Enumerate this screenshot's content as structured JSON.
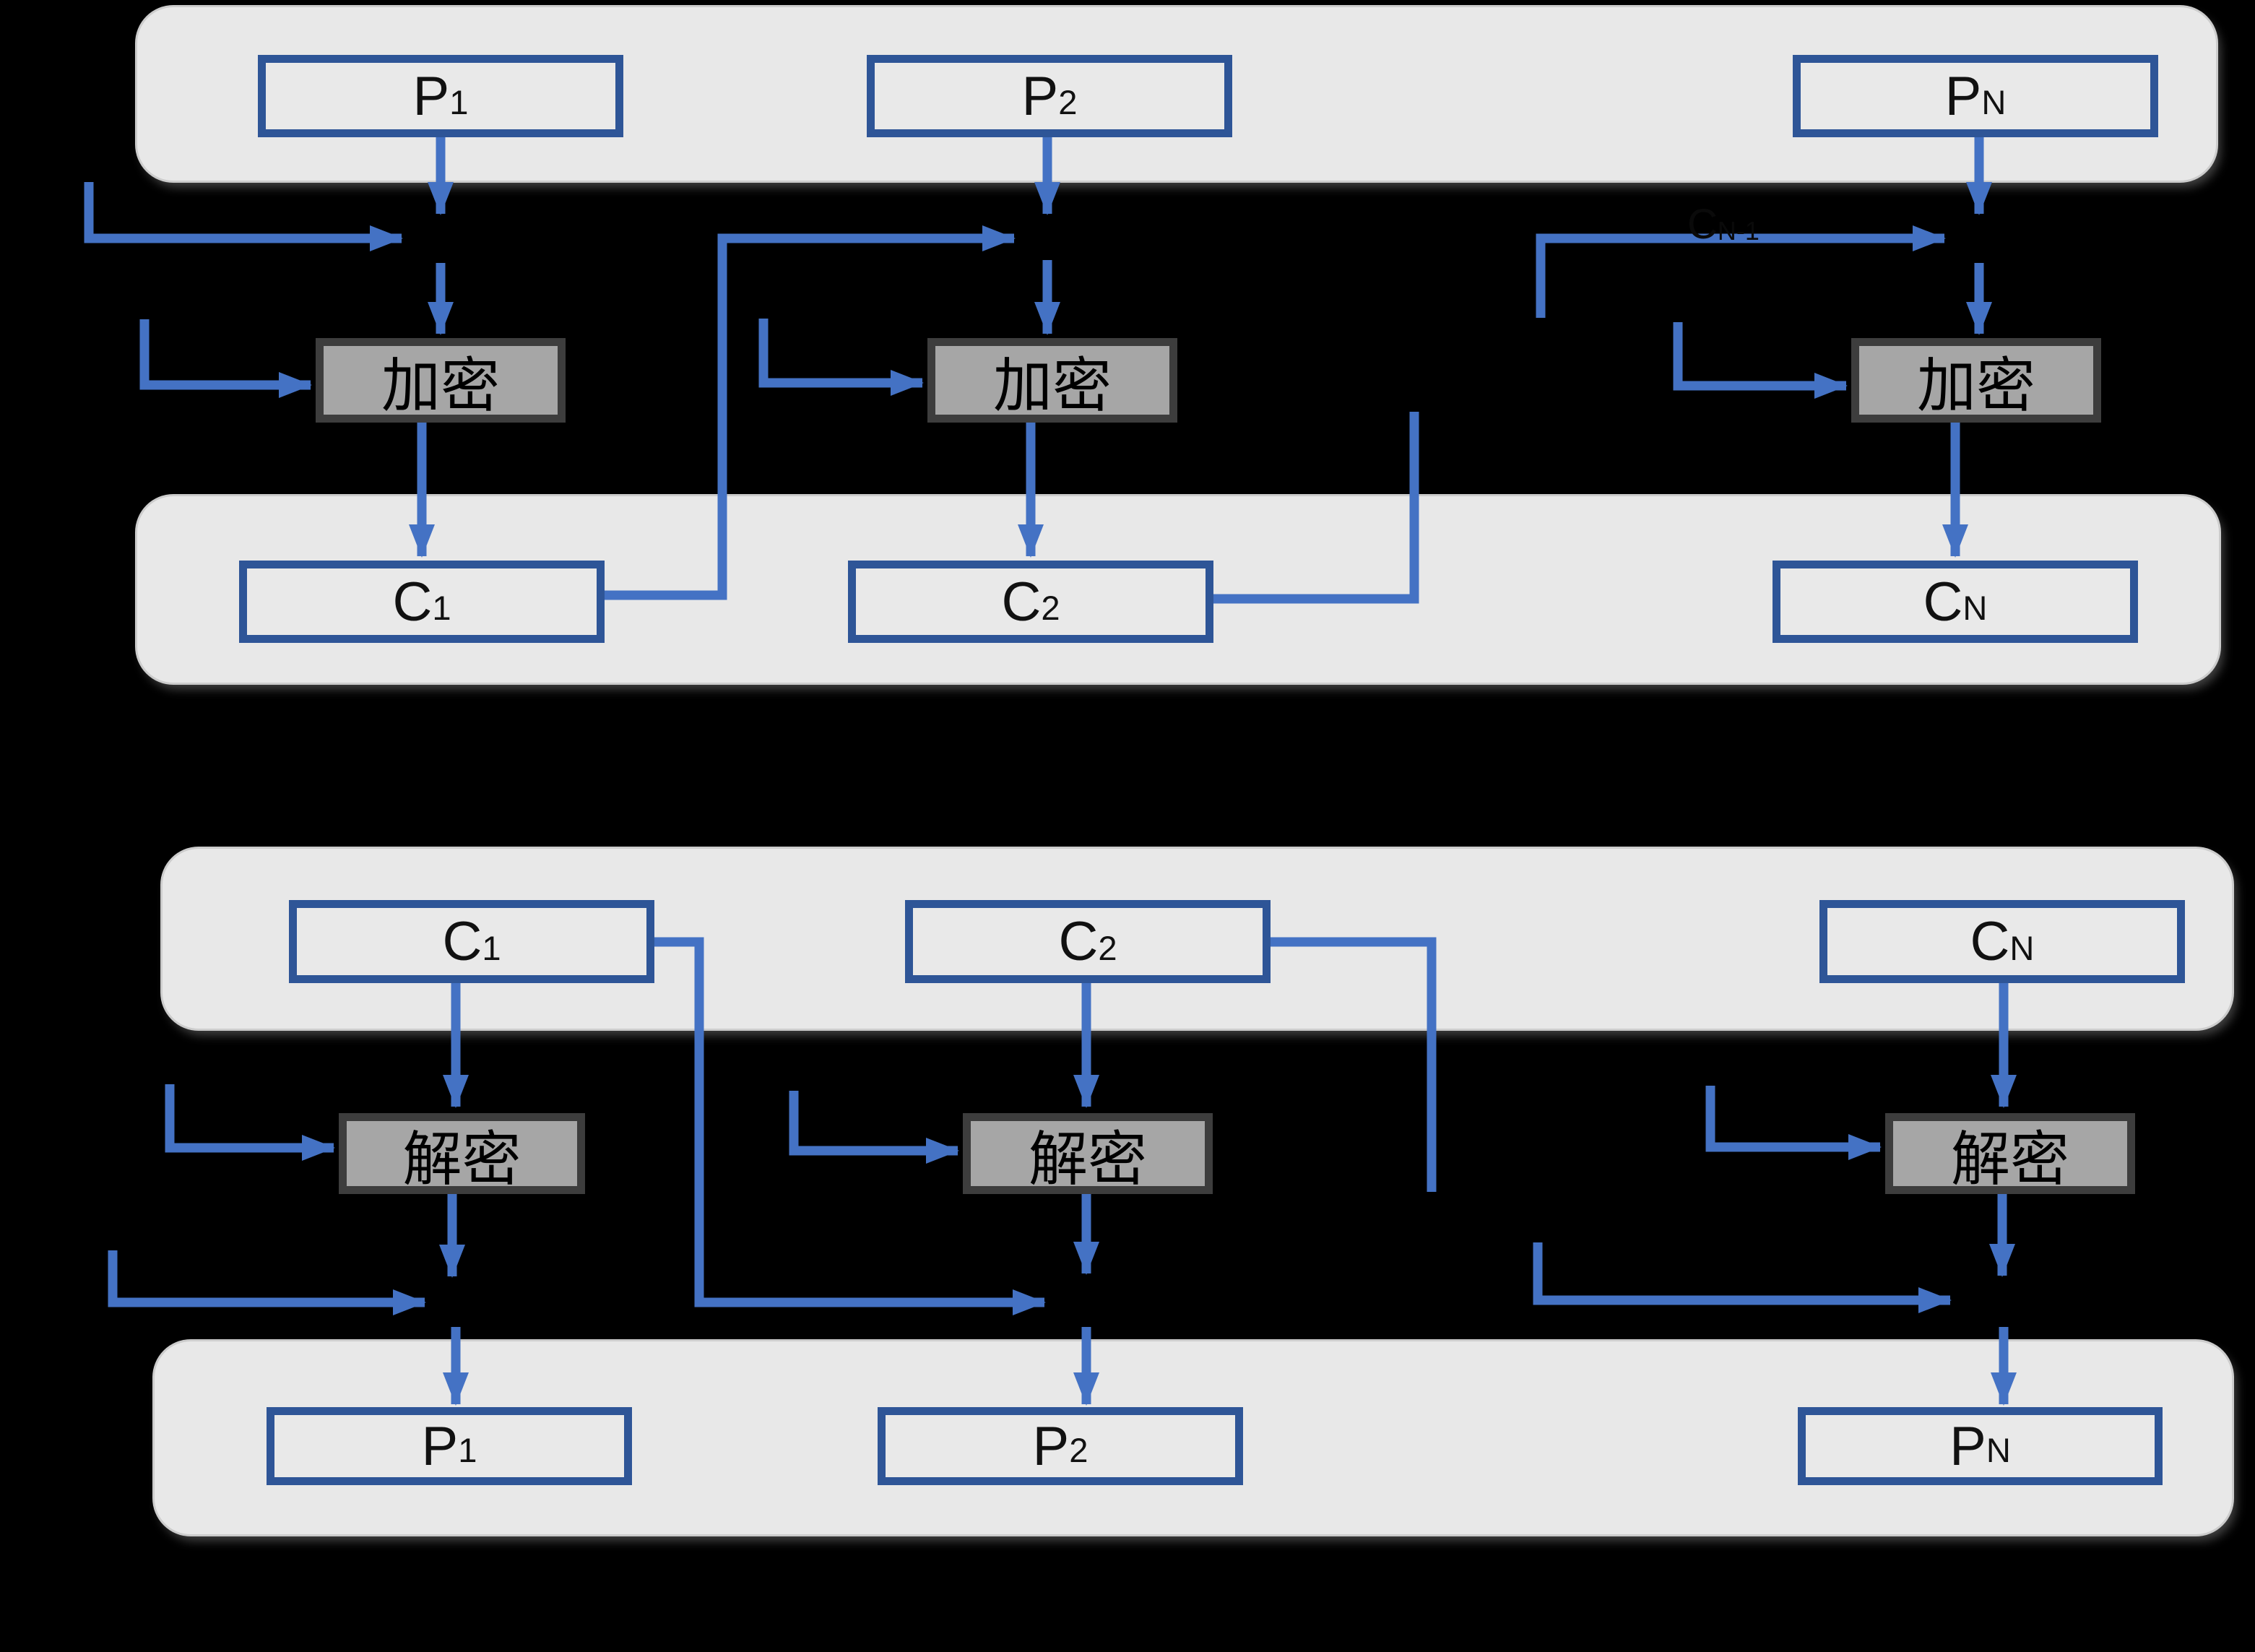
{
  "diagram_subject": "CBC block cipher mode of operation",
  "colors": {
    "background": "#000000",
    "band_fill": "#e8e8e8",
    "band_edge": "#cccccc",
    "block_fill": "#e9e9e9",
    "block_border": "#2e5597",
    "process_fill": "#a6a6a6",
    "process_border": "#3d3d3d",
    "arrow": "#4472c4",
    "hidden_label": "#0a0a0a"
  },
  "encryption": {
    "plaintext_blocks": [
      {
        "base": "P",
        "sub": "1"
      },
      {
        "base": "P",
        "sub": "2"
      },
      {
        "base": "P",
        "sub": "N"
      }
    ],
    "process_boxes": [
      {
        "label": "加密"
      },
      {
        "label": "加密"
      },
      {
        "label": "加密"
      }
    ],
    "ciphertext_blocks": [
      {
        "base": "C",
        "sub": "1"
      },
      {
        "base": "C",
        "sub": "2"
      },
      {
        "base": "C",
        "sub": "N"
      }
    ],
    "chain_label": {
      "base": "C",
      "sub": "N-1"
    }
  },
  "decryption": {
    "ciphertext_blocks": [
      {
        "base": "C",
        "sub": "1"
      },
      {
        "base": "C",
        "sub": "2"
      },
      {
        "base": "C",
        "sub": "N"
      }
    ],
    "process_boxes": [
      {
        "label": "解密"
      },
      {
        "label": "解密"
      },
      {
        "label": "解密"
      }
    ],
    "plaintext_blocks": [
      {
        "base": "P",
        "sub": "1"
      },
      {
        "base": "P",
        "sub": "2"
      },
      {
        "base": "P",
        "sub": "N"
      }
    ]
  }
}
